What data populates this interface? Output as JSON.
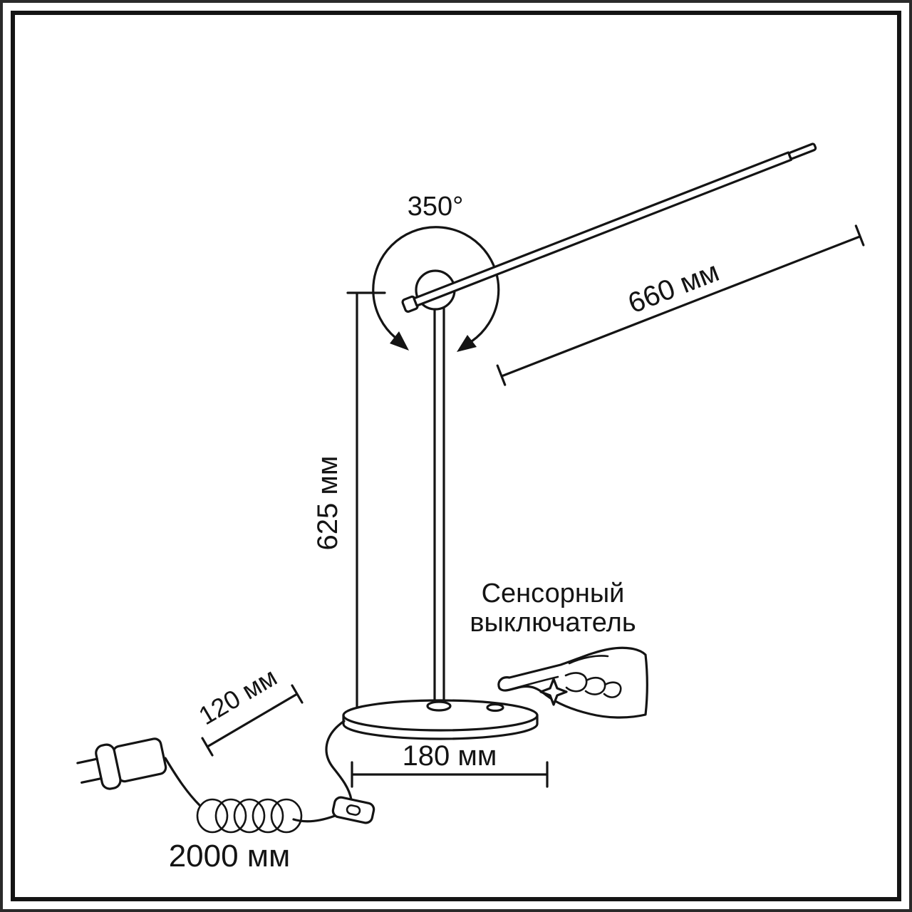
{
  "labels": {
    "rotation_angle": "350°",
    "arm_length": "660 мм",
    "pole_height": "625 мм",
    "base_diameter": "180 мм",
    "adapter_length": "120 мм",
    "cable_length": "2000 мм",
    "touch_switch_line1": "Сенсорный",
    "touch_switch_line2": "выключатель"
  },
  "colors": {
    "ink": "#141414",
    "background": "#ffffff"
  }
}
